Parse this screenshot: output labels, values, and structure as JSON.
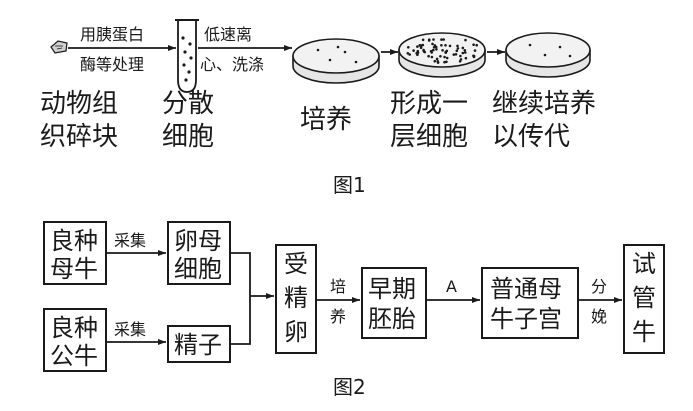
{
  "figure1": {
    "caption": "图1",
    "arrow1_top": "用胰蛋白",
    "arrow1_bottom": "酶等处理",
    "arrow2_top": "低速离",
    "arrow2_bottom": "心、洗涤",
    "label_tissue_1": "动物组",
    "label_tissue_2": "织碎块",
    "label_disperse_1": "分散",
    "label_disperse_2": "细胞",
    "label_culture": "培养",
    "label_layer_1": "形成一",
    "label_layer_2": "层细胞",
    "label_sub_1": "继续培养",
    "label_sub_2": "以传代"
  },
  "figure2": {
    "caption": "图2",
    "box_female_1": "良种",
    "box_female_2": "母牛",
    "box_male_1": "良种",
    "box_male_2": "公牛",
    "collect_1": "采集",
    "collect_2": "采集",
    "box_egg_1": "卵母",
    "box_egg_2": "细胞",
    "box_sperm": "精子",
    "box_fert_1": "受",
    "box_fert_2": "精",
    "box_fert_3": "卵",
    "culture_1": "培",
    "culture_2": "养",
    "box_embryo_1": "早期",
    "box_embryo_2": "胚胎",
    "arrow_A": "A",
    "box_uterus_1": "普通母",
    "box_uterus_2": "牛子宫",
    "birth_1": "分",
    "birth_2": "娩",
    "box_calf_1": "试",
    "box_calf_2": "管",
    "box_calf_3": "牛"
  }
}
